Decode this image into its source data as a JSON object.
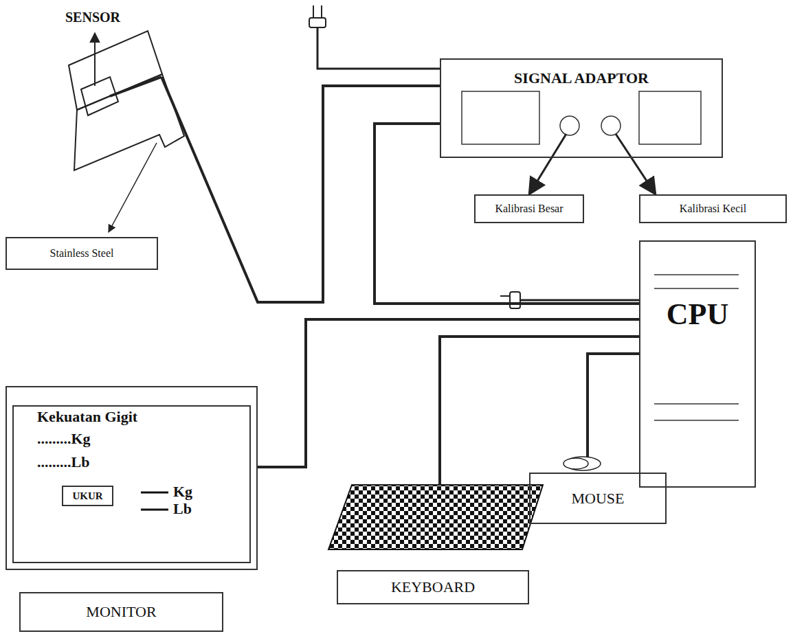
{
  "diagram": {
    "nodes": [
      {
        "text": [
          "SIGNAL ADAPTOR"
        ]
      },
      {
        "text": [
          "Kalibrasi Besar"
        ]
      },
      {
        "text": [
          "Kalibrasi Kecil"
        ]
      },
      {
        "text": [
          "Stainless Steel"
        ]
      },
      {
        "text": [
          "CPU"
        ]
      },
      {
        "text": [
          "Kekuatan Gigit",
          ".........Kg",
          ".........Lb",
          "Kg",
          "Lb"
        ]
      },
      {
        "text": [
          "UKUR"
        ],
        "in": 5
      },
      {
        "text": [
          "MONITOR"
        ]
      },
      {
        "text": [
          "KEYBOARD"
        ]
      },
      {
        "text": [
          "MOUSE"
        ]
      }
    ],
    "edges": [
      {
        "from": 0,
        "to": 4,
        "arrow": "none"
      },
      {
        "from": 4,
        "to": 5,
        "arrow": "none"
      },
      {
        "from": 0,
        "to": 1,
        "arrow": "to"
      },
      {
        "from": 0,
        "to": 2,
        "arrow": "to"
      }
    ],
    "labels": [
      "SENSOR"
    ]
  }
}
